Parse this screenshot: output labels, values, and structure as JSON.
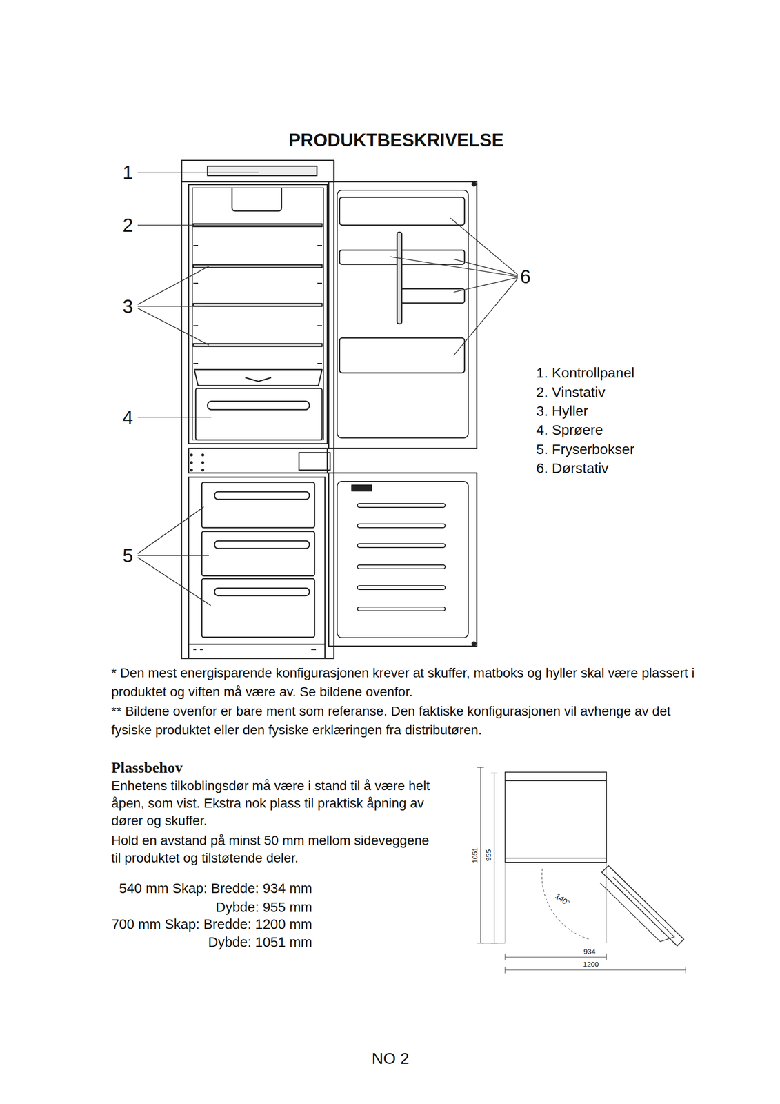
{
  "diagram": {
    "title": "PRODUKTBESKRIVELSE",
    "labels": [
      "1",
      "2",
      "3",
      "4",
      "5",
      "6",
      "1. Kontrollpanel",
      "2. Vinstativ",
      "3. Hyller",
      "4. Sprøere",
      "5. Fryserbokser",
      "6. Dørstativ",
      "* Den mest energisparende konfigurasjonen krever at skuffer, matboks og hyller skal være plassert i produktet og viften må være av. Se bildene ovenfor.",
      "** Bildene ovenfor er bare ment som referanse. Den faktiske konfigurasjonen vil avhenge av det fysiske produktet eller den fysiske erklæringen fra distributøren.",
      "Plassbehov",
      "Enhetens tilkoblingsdør må være i stand til å være helt åpen, som vist. Ekstra nok plass til praktisk åpning av dører og skuffer.",
      "Hold en avstand på minst 50 mm mellom sideveggene til produktet og tilstøtende deler.",
      "540 mm Skap: Bredde: 934 mm",
      "Dybde: 955 mm",
      "700 mm Skap: Bredde: 1200 mm",
      "Dybde: 1051 mm",
      "1051",
      "955",
      "140°",
      "934",
      "1200",
      "NO 2"
    ]
  }
}
